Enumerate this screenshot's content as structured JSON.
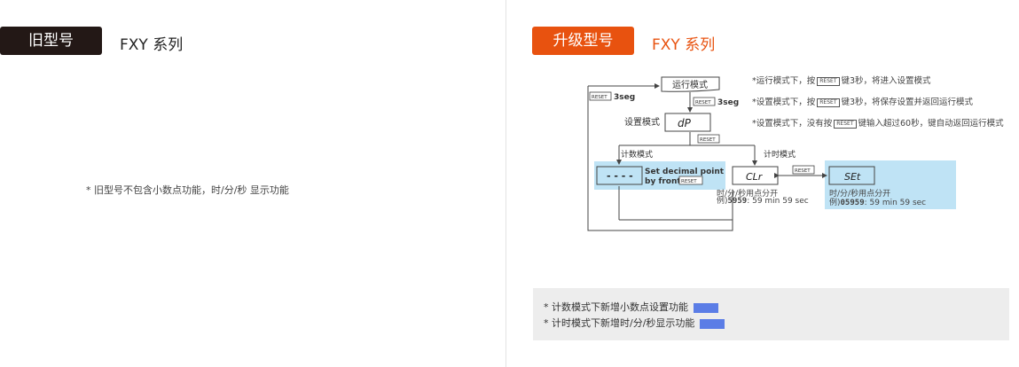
{
  "old_model": {
    "badge": "旧型号",
    "series": "FXY 系列",
    "note": "* 旧型号不包含小数点功能，时/分/秒 显示功能"
  },
  "new_model": {
    "badge": "升级型号",
    "series": "FXY 系列",
    "notes": [
      {
        "pre": "*运行模式下，按",
        "post": "键3秒，将进入设置模式"
      },
      {
        "pre": "*设置模式下，按",
        "post": "键3秒，将保存设置并返回运行模式"
      },
      {
        "pre": "*设置模式下，没有按",
        "post": "键输入超过60秒，键自动返回运行模式"
      }
    ],
    "reset_key": "RESET"
  },
  "diagram": {
    "run_mode": "运行模式",
    "reset_3seg_left": "3seg",
    "reset_3seg_right": "3seg",
    "setting_mode": "设置模式",
    "setting_display": "dP",
    "count_mode": "计数模式",
    "timer_mode": "计时模式",
    "count_display": "- - - -",
    "decimal_text_1": "Set decimal point",
    "decimal_text_2": "by front",
    "clr_display": "CLr",
    "set_display": "SEt",
    "time_label_1": "时/分/秒用点分开",
    "time_example_1_pre": "例)",
    "time_example_1_code": "5959",
    "time_example_1_post": ": 59 min 59 sec",
    "time_label_2": "时/分/秒用点分开",
    "time_example_2_pre": "例)",
    "time_example_2_code": "05959",
    "time_example_2_post": ": 59 min 59 sec",
    "reset": "RESET"
  },
  "summary": [
    "* 计数模式下新增小数点设置功能",
    "* 计时模式下新增时/分/秒显示功能"
  ],
  "colors": {
    "old_badge": "#231816",
    "new_badge": "#e8520f",
    "highlight": "#bfe3f5",
    "summary_swatch": "#5b7de6",
    "summary_bg": "#ededed"
  }
}
